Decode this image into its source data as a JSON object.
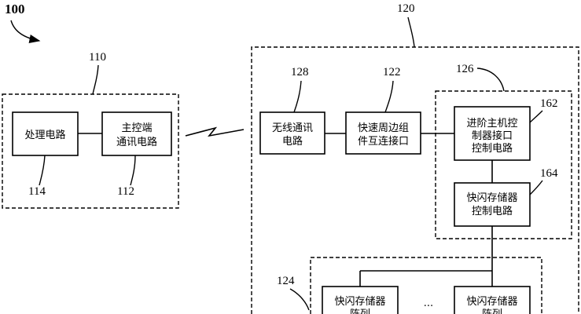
{
  "figure_label": "100",
  "refs": {
    "host": "110",
    "device": "120",
    "wireless": "128",
    "pcie": "122",
    "controller_group": "126",
    "nvme_iface": "162",
    "flash_ctrl": "164",
    "proc": "114",
    "host_comm": "112",
    "array_group": "124"
  },
  "blocks": {
    "proc": [
      "处理电路"
    ],
    "host_comm": [
      "主控端",
      "通讯电路"
    ],
    "wireless": [
      "无线通讯",
      "电路"
    ],
    "pcie": [
      "快速周边组",
      "件互连接口"
    ],
    "nvme_iface": [
      "进阶主机控",
      "制器接口",
      "控制电路"
    ],
    "flash_ctrl": [
      "快闪存储器",
      "控制电路"
    ],
    "array1": [
      "快闪存储器",
      "阵列"
    ],
    "array2": [
      "快闪存储器",
      "阵列"
    ]
  },
  "ellipsis": "..."
}
